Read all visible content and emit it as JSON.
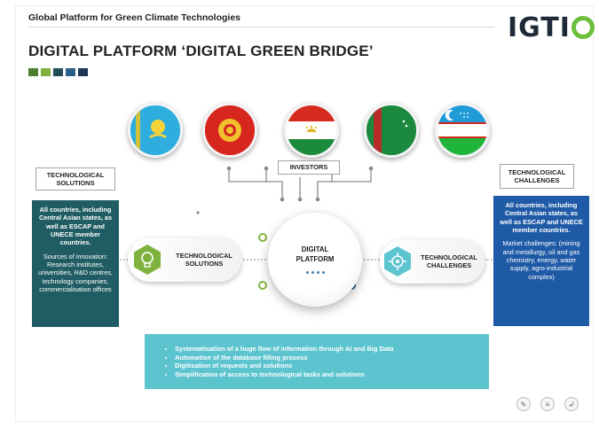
{
  "header": {
    "platform_name": "Global Platform for Green Climate Technologies",
    "logo_text_a": "IGTI",
    "slide_title": "DIGITAL PLATFORM ‘DIGITAL GREEN BRIDGE’"
  },
  "colors": {
    "squares": [
      "#4a7d2c",
      "#7fb23d",
      "#1f4d5a",
      "#2a5f8a",
      "#1d3557"
    ],
    "teal_dark": "#1f5c63",
    "blue_dark": "#1f5aa6",
    "light_teal": "#5cc4cf",
    "logo_green": "#6bbf3b"
  },
  "flags": [
    "kazakhstan-flag",
    "kyrgyzstan-flag",
    "tajikistan-flag",
    "turkmenistan-flag",
    "uzbekistan-flag"
  ],
  "labels": {
    "investors": "INVESTORS",
    "tech_solutions_box": "TECHNOLOGICAL SOLUTIONS",
    "tech_challenges_box": "TECHNOLOGICAL CHALLENGES"
  },
  "left_panel": {
    "strong": "All countries, including Central Asian states, as well as ESCAP and UNECE member countries.",
    "body": "Sources of innovation: Research institutes, universities, R&D centres, technology companies, commercialisation offices"
  },
  "right_panel": {
    "strong": "All countries, including Central Asian states, as well as ESCAP and UNECE member countries.",
    "body": "Market challenges: (mining and metallurgy, oil and gas chemistry, energy, water supply, agro-industrial complex)"
  },
  "pills": {
    "left": "TECHNOLOGICAL SOLUTIONS",
    "right": "TECHNOLOGICAL CHALLENGES"
  },
  "center": {
    "line1": "DIGITAL",
    "line2": "PLATFORM"
  },
  "bullets": [
    "Systematisation of a huge flow of information through AI and Big Data",
    "Automation of the database filling process",
    "Digitisation of requests and solutions",
    "Simplification of access to technological tasks and solutions"
  ],
  "nav_icons": [
    "pen-icon",
    "menu-icon",
    "return-arrow-icon"
  ]
}
